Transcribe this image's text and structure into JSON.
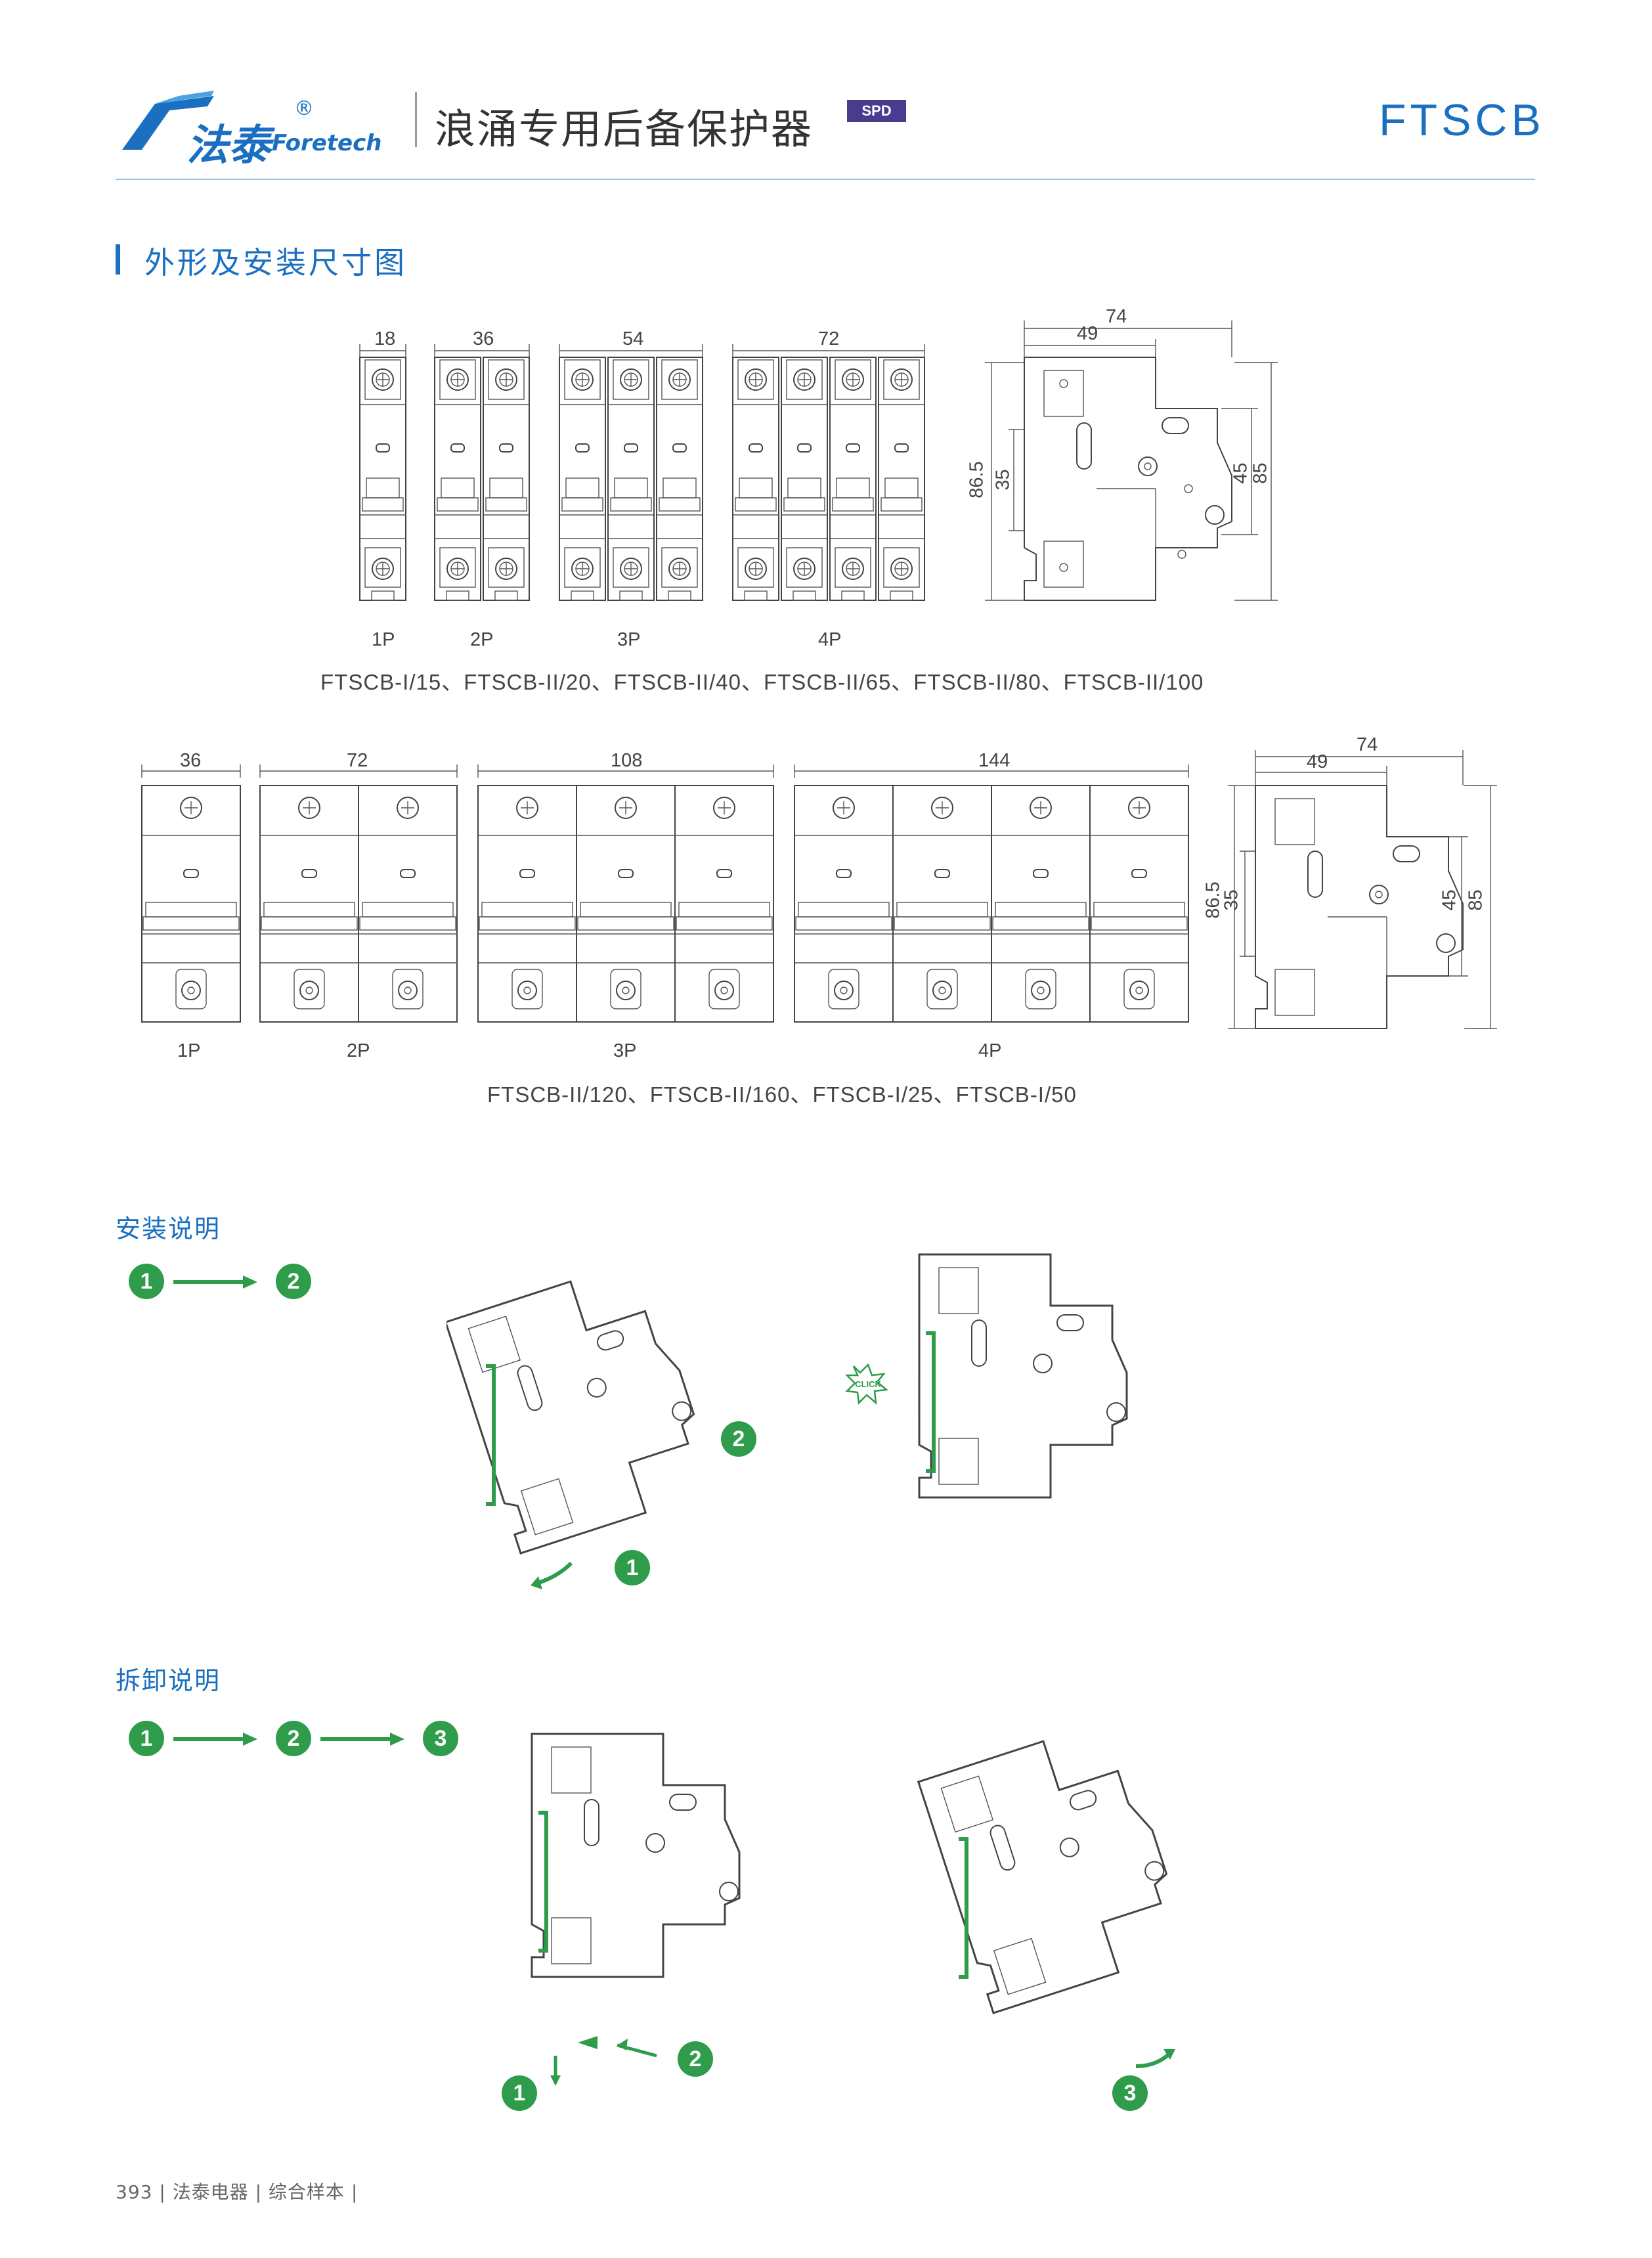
{
  "header": {
    "brand_cn": "法泰",
    "brand_en": "Foretech",
    "registered": "®",
    "title": "浪涌专用后备保护器",
    "badge": "SPD",
    "model": "FTSCB"
  },
  "section": {
    "title": "外形及安装尺寸图"
  },
  "group1": {
    "widths": [
      "18",
      "36",
      "54",
      "72"
    ],
    "poles": [
      "1P",
      "2P",
      "3P",
      "4P"
    ],
    "side_dims": {
      "w74": "74",
      "w49": "49",
      "h865": "86.5",
      "h35": "35",
      "h45": "45",
      "h85": "85"
    },
    "caption": "FTSCB-I/15、FTSCB-II/20、FTSCB-II/40、FTSCB-II/65、FTSCB-II/80、FTSCB-II/100"
  },
  "group2": {
    "widths": [
      "36",
      "72",
      "108",
      "144"
    ],
    "poles": [
      "1P",
      "2P",
      "3P",
      "4P"
    ],
    "side_dims": {
      "w74": "74",
      "w49": "49",
      "h865": "86.5",
      "h35": "35",
      "h45": "45",
      "h85": "85"
    },
    "caption": "FTSCB-II/120、FTSCB-II/160、FTSCB-I/25、FTSCB-I/50"
  },
  "install": {
    "title": "安装说明",
    "steps": [
      "1",
      "2"
    ],
    "click_label": "CLICK"
  },
  "remove": {
    "title": "拆卸说明",
    "steps": [
      "1",
      "2",
      "3"
    ]
  },
  "footer": {
    "text": "393 | 法泰电器 | 综合样本 |"
  },
  "colors": {
    "brand_blue": "#1a6fc0",
    "step_green": "#2e9c4a",
    "badge_purple": "#4b3b8f",
    "rule": "#9fc0de"
  }
}
